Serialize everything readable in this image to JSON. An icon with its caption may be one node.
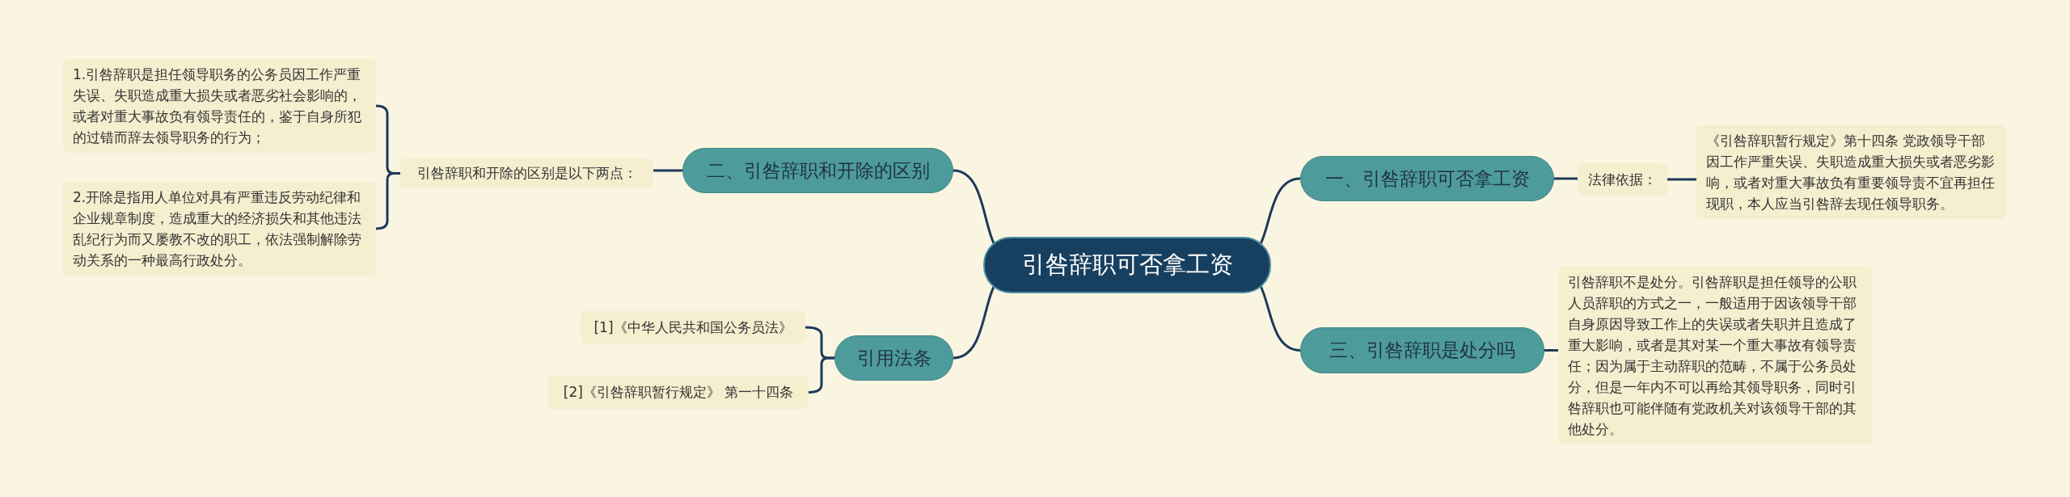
{
  "diagram": {
    "nodes": [
      {
        "text": [
          "引咎辞职可否拿工资"
        ]
      },
      {
        "text": [
          "一、引咎辞职可否拿工资"
        ]
      },
      {
        "text": [
          "法律依据："
        ]
      },
      {
        "text": [
          "《引咎辞职暂行规定》第十四条 党政领导干部因工作严重失误、失职造成重大损失或者恶劣影响，或者对重大事故负有重要领导责不宜再担任现职，本人应当引咎辞去现任领导职务。"
        ]
      },
      {
        "text": [
          "三、引咎辞职是处分吗"
        ]
      },
      {
        "text": [
          "引咎辞职不是处分。引咎辞职是担任领导的公职人员辞职的方式之一，一般适用于因该领导干部自身原因导致工作上的失误或者失职并且造成了重大影响，或者是其对某一个重大事故有领导责任；因为属于主动辞职的范畴，不属于公务员处分，但是一年内不可以再给其领导职务，同时引咎辞职也可能伴随有党政机关对该领导干部的其他处分。"
        ]
      },
      {
        "text": [
          "二、引咎辞职和开除的区别"
        ]
      },
      {
        "text": [
          "引咎辞职和开除的区别是以下两点："
        ]
      },
      {
        "text": [
          "1.引咎辞职是担任领导职务的公务员因工作严重失误、失职造成重大损失或者恶劣社会影响的，或者对重大事故负有领导责任的，鉴于自身所犯的过错而辞去领导职务的行为；"
        ]
      },
      {
        "text": [
          "2.开除是指用人单位对具有严重违反劳动纪律和企业规章制度，造成重大的经济损失和其他违法乱纪行为而又屡教不改的职工，依法强制解除劳动关系的一种最高行政处分。"
        ]
      },
      {
        "text": [
          "引用法条"
        ]
      },
      {
        "text": [
          "[1]《中华人民共和国公务员法》"
        ]
      },
      {
        "text": [
          "[2]《引咎辞职暂行规定》 第一十四条"
        ]
      }
    ],
    "edges": [
      {
        "from": 0,
        "to": 1,
        "arrow": "none"
      },
      {
        "from": 1,
        "to": 2,
        "arrow": "none"
      },
      {
        "from": 2,
        "to": 3,
        "arrow": "none"
      },
      {
        "from": 0,
        "to": 4,
        "arrow": "none"
      },
      {
        "from": 4,
        "to": 5,
        "arrow": "none"
      },
      {
        "from": 0,
        "to": 6,
        "arrow": "none"
      },
      {
        "from": 6,
        "to": 7,
        "arrow": "none"
      },
      {
        "from": 7,
        "to": 8,
        "arrow": "none"
      },
      {
        "from": 7,
        "to": 9,
        "arrow": "none"
      },
      {
        "from": 0,
        "to": 10,
        "arrow": "none"
      },
      {
        "from": 10,
        "to": 11,
        "arrow": "none"
      },
      {
        "from": 10,
        "to": 12,
        "arrow": "none"
      }
    ]
  }
}
